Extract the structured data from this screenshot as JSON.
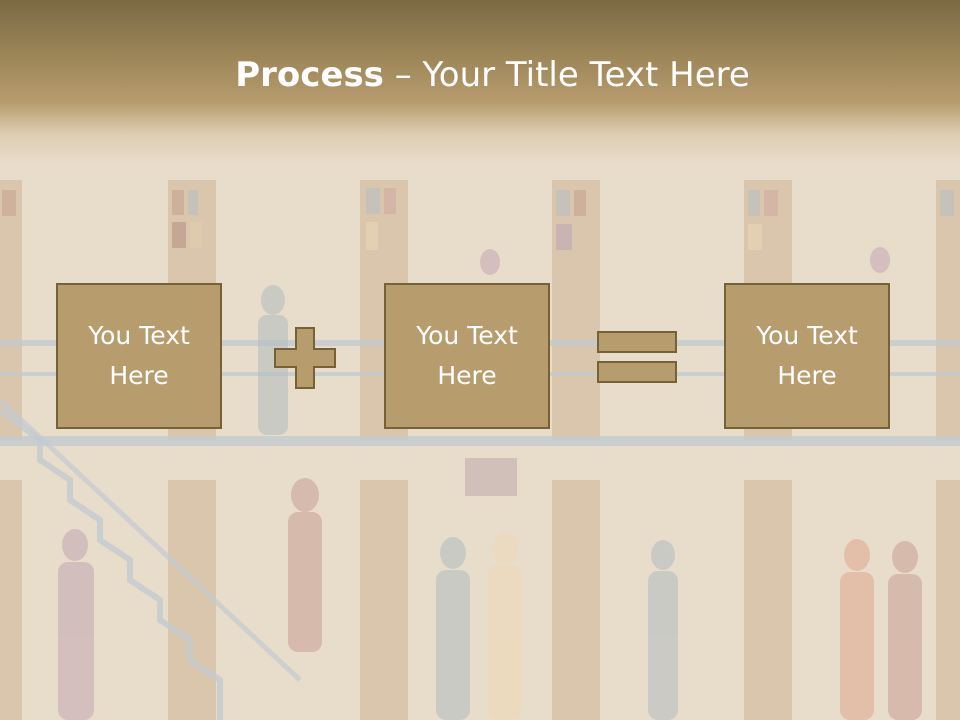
{
  "slide": {
    "title_bold": "Process",
    "title_rest": " – Your Title Text Here",
    "boxes": [
      {
        "text": "You Text Here"
      },
      {
        "text": "You Text Here"
      },
      {
        "text": "You Text Here"
      }
    ],
    "operators": [
      "plus",
      "equals"
    ]
  },
  "colors": {
    "title_band": "#8f7a50",
    "box_fill": "#b79d6d",
    "box_border": "#776238",
    "text": "#ffffff",
    "background": "#e8dccb"
  }
}
